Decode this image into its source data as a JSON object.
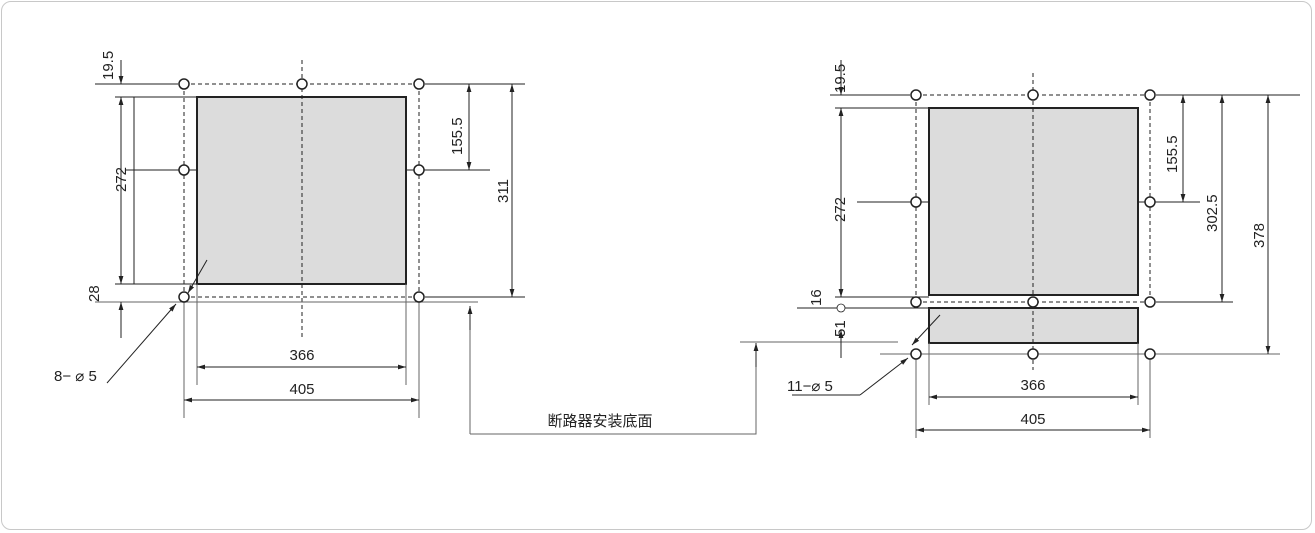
{
  "left_drawing": {
    "dim_top_offset": "19.5",
    "dim_height_box": "272",
    "dim_bottom_offset": "28",
    "dim_mid_hole": "155.5",
    "dim_hole_span_v": "311",
    "dim_box_width": "366",
    "dim_hole_span_h": "405",
    "hole_callout": "8− ⌀ 5"
  },
  "right_drawing": {
    "dim_top_offset": "19.5",
    "dim_height_box": "272",
    "dim_gap": "16",
    "dim_lower": "51",
    "dim_mid_hole": "155.5",
    "dim_mid_row": "302.5",
    "dim_total": "378",
    "dim_box_width": "366",
    "dim_hole_span_h": "405",
    "hole_callout": "11−⌀ 5"
  },
  "mounting_surface_label": "断路器安装底面",
  "colors": {
    "box_fill": "#dcdcdc",
    "line": "#222222",
    "frame": "#c8c8c8"
  }
}
